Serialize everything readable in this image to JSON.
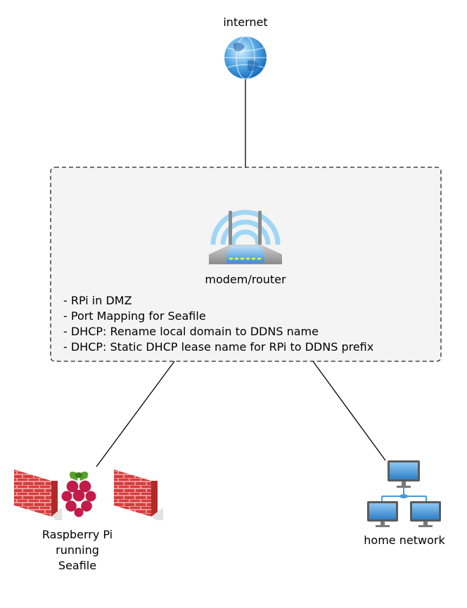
{
  "nodes": {
    "internet": {
      "label": "internet",
      "icon": "globe-icon"
    },
    "router": {
      "label": "modem/router",
      "icon": "wifi-router-icon"
    },
    "rpi": {
      "label_lines": [
        "Raspberry Pi",
        "running",
        "Seafile"
      ],
      "icon": "raspberry-pi-icon"
    },
    "home": {
      "label": "home network",
      "icon": "network-computers-icon"
    }
  },
  "router_notes": [
    "- RPi in DMZ",
    "- Port Mapping for Seafile",
    "- DHCP: Rename local domain to DDNS name",
    "- DHCP: Static DHCP lease name for RPi to DDNS prefix"
  ],
  "colors": {
    "group_fill": "#f4f4f4",
    "group_border": "#222222",
    "firewall": "#d63c3c",
    "wifi_arc": "#9fd6f6",
    "router_body": "#7fbde6",
    "monitor": "#4a9ad8"
  }
}
